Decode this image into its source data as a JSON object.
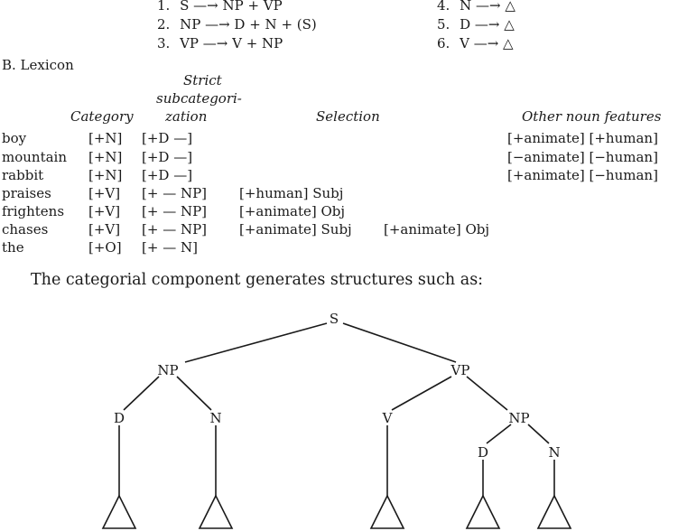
{
  "rules": [
    {
      "num": "1.",
      "text": "S —→ NP + VP"
    },
    {
      "num": "2.",
      "text": "NP —→ D + N + (S)"
    },
    {
      "num": "3.",
      "text": "VP —→ V + NP"
    },
    {
      "num": "4.",
      "text": "N —→ △"
    },
    {
      "num": "5.",
      "text": "D —→ △"
    },
    {
      "num": "6.",
      "text": "V —→ △"
    }
  ],
  "section_b": "B.  Lexicon",
  "headers": {
    "category": "Category",
    "strict_1": "Strict",
    "strict_2": "subcategori-",
    "strict_3": "zation",
    "selection": "Selection",
    "other": "Other noun features"
  },
  "lexicon": [
    {
      "word": "boy",
      "category": "[+N]",
      "strict": "[+D —]",
      "selection": "",
      "selection2": "",
      "other": "[+animate] [+human]"
    },
    {
      "word": "mountain",
      "category": "[+N]",
      "strict": "[+D —]",
      "selection": "",
      "selection2": "",
      "other": "[−animate] [−human]"
    },
    {
      "word": "rabbit",
      "category": "[+N]",
      "strict": "[+D —]",
      "selection": "",
      "selection2": "",
      "other": "[+animate] [−human]"
    },
    {
      "word": "praises",
      "category": "[+V]",
      "strict": "[+  —  NP]",
      "selection": "[+human] Subj",
      "selection2": "",
      "other": ""
    },
    {
      "word": "frightens",
      "category": "[+V]",
      "strict": "[+  —  NP]",
      "selection": "[+animate] Obj",
      "selection2": "",
      "other": ""
    },
    {
      "word": "chases",
      "category": "[+V]",
      "strict": "[+  —  NP]",
      "selection": "[+animate] Subj",
      "selection2": "[+animate] Obj",
      "other": ""
    },
    {
      "word": "the",
      "category": "[+O]",
      "strict": "[+  —  N]",
      "selection": "",
      "selection2": "",
      "other": ""
    }
  ],
  "intro": "The categorial component generates structures such as:",
  "tree": {
    "labels": [
      "S",
      "NP",
      "VP",
      "D",
      "N",
      "V",
      "NP",
      "D",
      "N"
    ]
  }
}
